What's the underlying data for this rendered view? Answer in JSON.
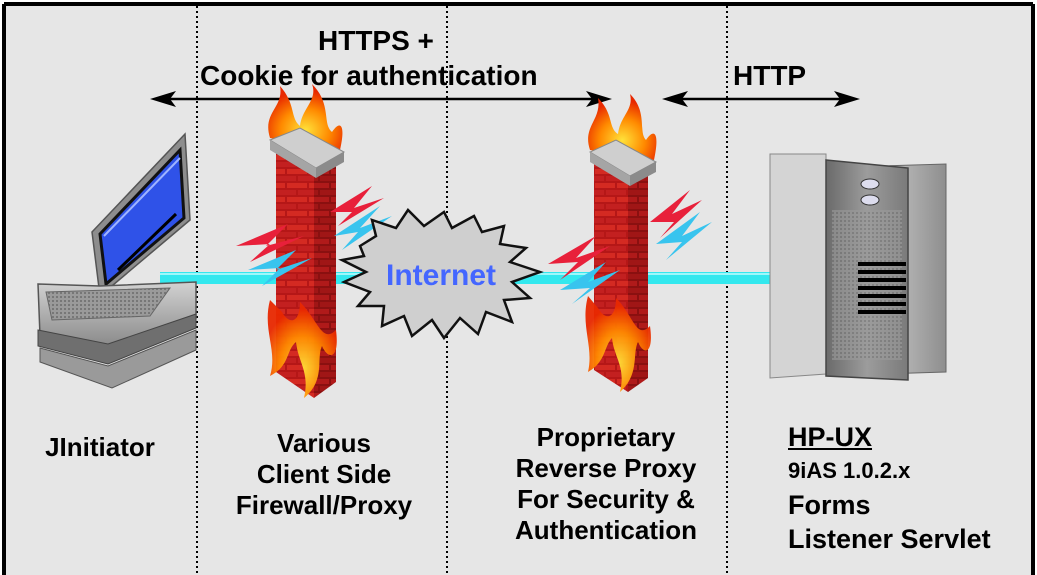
{
  "protocols": {
    "https_line1": "HTTPS +",
    "https_line2": "Cookie for authentication",
    "http": "HTTP"
  },
  "cloud_label": "Internet",
  "columns": {
    "client": {
      "label": "JInitiator"
    },
    "client_firewall": {
      "lines": [
        "Various",
        "Client Side",
        "Firewall/Proxy"
      ]
    },
    "reverse_proxy": {
      "lines": [
        "Proprietary",
        "Reverse Proxy",
        "For Security &",
        "Authentication"
      ]
    },
    "server": {
      "title": "HP-UX",
      "lines": [
        "9iAS 1.0.2.x",
        "Forms",
        "Listener Servlet"
      ]
    }
  },
  "colors": {
    "panel_bg": "#e6e6e6",
    "connector": "#33e8ee",
    "brick": "#c81e1e",
    "flame": "#ff6a00",
    "cloud_fill": "#cfcfcf",
    "cloud_text": "#4466ff",
    "arrow_red": "#e8203a",
    "arrow_cyan": "#38c4ee",
    "screen_blue": "#2f52e8"
  },
  "icons": [
    "laptop-icon",
    "firewall-icon",
    "cloud-icon",
    "server-icon",
    "bidirectional-arrow-icon",
    "lightning-arrow-icon"
  ]
}
